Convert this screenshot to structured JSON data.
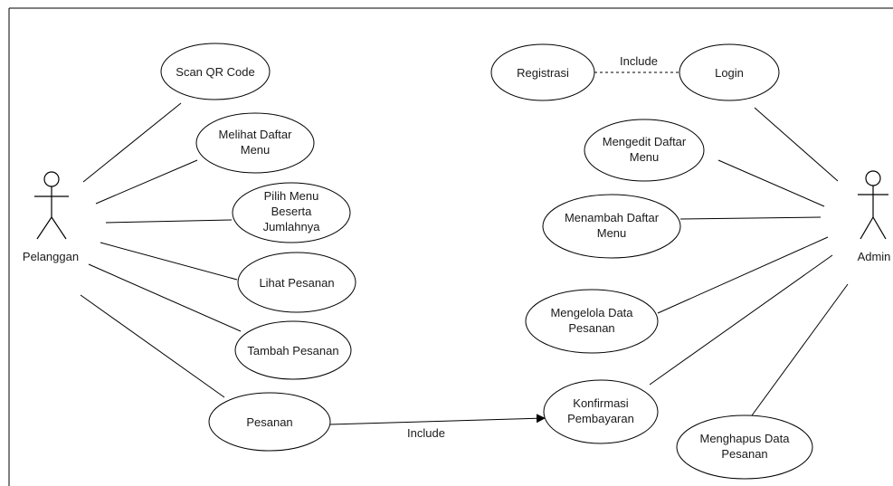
{
  "actors": {
    "customer": "Pelanggan",
    "admin": "Admin"
  },
  "use_cases": {
    "scan_qr": [
      "Scan QR Code"
    ],
    "melihat_menu": [
      "Melihat Daftar",
      "Menu"
    ],
    "pilih_menu": [
      "Pilih Menu",
      "Beserta",
      "Jumlahnya"
    ],
    "lihat_pesanan": [
      "Lihat Pesanan"
    ],
    "tambah_pesanan": [
      "Tambah Pesanan"
    ],
    "pesanan": [
      "Pesanan"
    ],
    "registrasi": [
      "Registrasi"
    ],
    "login": [
      "Login"
    ],
    "mengedit_menu": [
      "Mengedit Daftar",
      "Menu"
    ],
    "menambah_menu": [
      "Menambah Daftar",
      "Menu"
    ],
    "mengelola_pesanan": [
      "Mengelola Data",
      "Pesanan"
    ],
    "konfirmasi": [
      "Konfirmasi",
      "Pembayaran"
    ],
    "menghapus_pesanan": [
      "Menghapus Data",
      "Pesanan"
    ]
  },
  "relations": {
    "include_registrasi_login": "Include",
    "include_pesanan_konfirmasi": "Include"
  },
  "colors": {
    "stroke": "#000000",
    "text": "#1a1a1a",
    "background": "#ffffff"
  }
}
